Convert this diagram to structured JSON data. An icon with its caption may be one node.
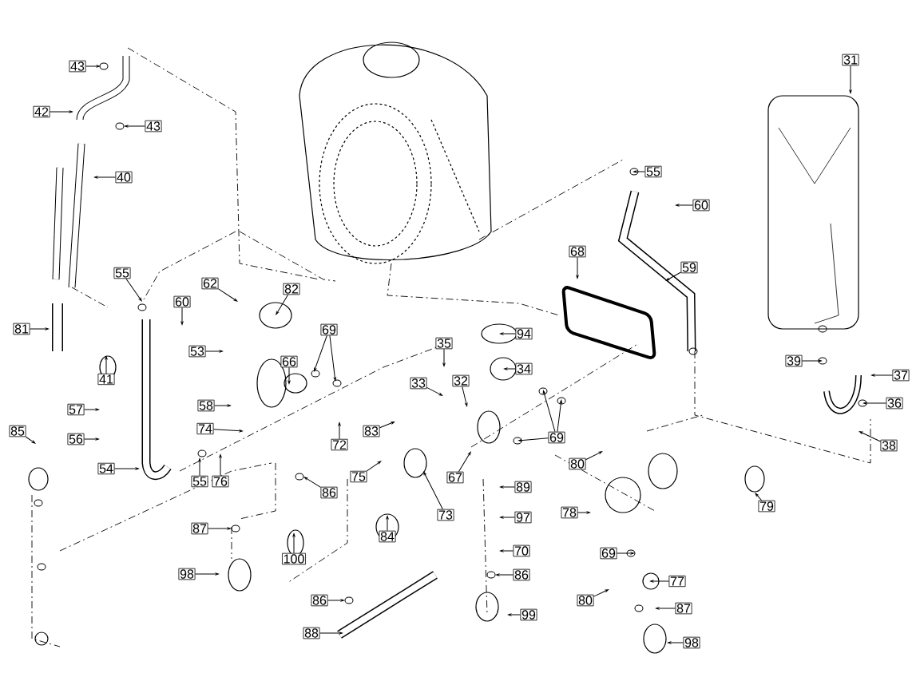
{
  "diagram": {
    "nodes": [
      {
        "text": [
          "43"
        ]
      },
      {
        "text": [
          "31"
        ]
      },
      {
        "text": [
          "42"
        ]
      },
      {
        "text": [
          "43"
        ]
      },
      {
        "text": [
          "40"
        ]
      },
      {
        "text": [
          "55"
        ]
      },
      {
        "text": [
          "60"
        ]
      },
      {
        "text": [
          "68"
        ]
      },
      {
        "text": [
          "59"
        ]
      },
      {
        "text": [
          "55"
        ]
      },
      {
        "text": [
          "62"
        ]
      },
      {
        "text": [
          "82"
        ]
      },
      {
        "text": [
          "60"
        ]
      },
      {
        "text": [
          "81"
        ]
      },
      {
        "text": [
          "69"
        ]
      },
      {
        "text": [
          "94"
        ]
      },
      {
        "text": [
          "53"
        ]
      },
      {
        "text": [
          "35"
        ]
      },
      {
        "text": [
          "34"
        ]
      },
      {
        "text": [
          "66"
        ]
      },
      {
        "text": [
          "41"
        ]
      },
      {
        "text": [
          "33"
        ]
      },
      {
        "text": [
          "32"
        ]
      },
      {
        "text": [
          "39"
        ]
      },
      {
        "text": [
          "37"
        ]
      },
      {
        "text": [
          "58"
        ]
      },
      {
        "text": [
          "74"
        ]
      },
      {
        "text": [
          "57"
        ]
      },
      {
        "text": [
          "36"
        ]
      },
      {
        "text": [
          "83"
        ]
      },
      {
        "text": [
          "72"
        ]
      },
      {
        "text": [
          "69"
        ]
      },
      {
        "text": [
          "56"
        ]
      },
      {
        "text": [
          "85"
        ]
      },
      {
        "text": [
          "38"
        ]
      },
      {
        "text": [
          "80"
        ]
      },
      {
        "text": [
          "75"
        ]
      },
      {
        "text": [
          "67"
        ]
      },
      {
        "text": [
          "73"
        ]
      },
      {
        "text": [
          "54"
        ]
      },
      {
        "text": [
          "55"
        ]
      },
      {
        "text": [
          "76"
        ]
      },
      {
        "text": [
          "86"
        ]
      },
      {
        "text": [
          "89"
        ]
      },
      {
        "text": [
          "78"
        ]
      },
      {
        "text": [
          "79"
        ]
      },
      {
        "text": [
          "84"
        ]
      },
      {
        "text": [
          "97"
        ]
      },
      {
        "text": [
          "87"
        ]
      },
      {
        "text": [
          "70"
        ]
      },
      {
        "text": [
          "69"
        ]
      },
      {
        "text": [
          "100"
        ]
      },
      {
        "text": [
          "86"
        ]
      },
      {
        "text": [
          "98"
        ]
      },
      {
        "text": [
          "77"
        ]
      },
      {
        "text": [
          "80"
        ]
      },
      {
        "text": [
          "86"
        ]
      },
      {
        "text": [
          "87"
        ]
      },
      {
        "text": [
          "99"
        ]
      },
      {
        "text": [
          "88"
        ]
      },
      {
        "text": [
          "98"
        ]
      }
    ],
    "edges": [
      {
        "from": 0,
        "to": null,
        "arrow": "to"
      },
      {
        "from": 1,
        "to": null,
        "arrow": "to"
      },
      {
        "from": 2,
        "to": null,
        "arrow": "to"
      },
      {
        "from": 3,
        "to": null,
        "arrow": "to"
      },
      {
        "from": 4,
        "to": null,
        "arrow": "to"
      },
      {
        "from": 5,
        "to": null,
        "arrow": "to"
      },
      {
        "from": 6,
        "to": null,
        "arrow": "to"
      },
      {
        "from": 7,
        "to": null,
        "arrow": "to"
      },
      {
        "from": 8,
        "to": null,
        "arrow": "to"
      },
      {
        "from": 9,
        "to": null,
        "arrow": "to"
      },
      {
        "from": 10,
        "to": null,
        "arrow": "to"
      },
      {
        "from": 11,
        "to": null,
        "arrow": "to"
      },
      {
        "from": 12,
        "to": null,
        "arrow": "to"
      },
      {
        "from": 13,
        "to": null,
        "arrow": "to"
      },
      {
        "from": 14,
        "to": null,
        "arrow": "to"
      },
      {
        "from": 14,
        "to": null,
        "arrow": "to"
      },
      {
        "from": 15,
        "to": null,
        "arrow": "to"
      },
      {
        "from": 16,
        "to": null,
        "arrow": "to"
      },
      {
        "from": 17,
        "to": null,
        "arrow": "to"
      },
      {
        "from": 18,
        "to": null,
        "arrow": "to"
      },
      {
        "from": 19,
        "to": null,
        "arrow": "to"
      },
      {
        "from": 20,
        "to": null,
        "arrow": "to"
      },
      {
        "from": 21,
        "to": null,
        "arrow": "to"
      },
      {
        "from": 22,
        "to": null,
        "arrow": "to"
      },
      {
        "from": 23,
        "to": null,
        "arrow": "to"
      },
      {
        "from": 24,
        "to": null,
        "arrow": "to"
      },
      {
        "from": 25,
        "to": null,
        "arrow": "to"
      },
      {
        "from": 26,
        "to": null,
        "arrow": "to"
      },
      {
        "from": 27,
        "to": null,
        "arrow": "to"
      },
      {
        "from": 28,
        "to": null,
        "arrow": "to"
      },
      {
        "from": 29,
        "to": null,
        "arrow": "to"
      },
      {
        "from": 30,
        "to": null,
        "arrow": "to"
      },
      {
        "from": 31,
        "to": null,
        "arrow": "to"
      },
      {
        "from": 31,
        "to": null,
        "arrow": "to"
      },
      {
        "from": 31,
        "to": null,
        "arrow": "to"
      },
      {
        "from": 32,
        "to": null,
        "arrow": "to"
      },
      {
        "from": 33,
        "to": null,
        "arrow": "to"
      },
      {
        "from": 34,
        "to": null,
        "arrow": "to"
      },
      {
        "from": 35,
        "to": null,
        "arrow": "to"
      },
      {
        "from": 36,
        "to": null,
        "arrow": "to"
      },
      {
        "from": 37,
        "to": null,
        "arrow": "to"
      },
      {
        "from": 38,
        "to": null,
        "arrow": "to"
      },
      {
        "from": 39,
        "to": null,
        "arrow": "to"
      },
      {
        "from": 40,
        "to": null,
        "arrow": "to"
      },
      {
        "from": 41,
        "to": null,
        "arrow": "to"
      },
      {
        "from": 42,
        "to": null,
        "arrow": "to"
      },
      {
        "from": 43,
        "to": null,
        "arrow": "to"
      },
      {
        "from": 44,
        "to": null,
        "arrow": "to"
      },
      {
        "from": 45,
        "to": null,
        "arrow": "to"
      },
      {
        "from": 46,
        "to": null,
        "arrow": "to"
      },
      {
        "from": 47,
        "to": null,
        "arrow": "to"
      },
      {
        "from": 48,
        "to": null,
        "arrow": "to"
      },
      {
        "from": 49,
        "to": null,
        "arrow": "to"
      },
      {
        "from": 50,
        "to": null,
        "arrow": "to"
      },
      {
        "from": 51,
        "to": null,
        "arrow": "to"
      },
      {
        "from": 52,
        "to": null,
        "arrow": "to"
      },
      {
        "from": 53,
        "to": null,
        "arrow": "to"
      },
      {
        "from": 54,
        "to": null,
        "arrow": "to"
      },
      {
        "from": 55,
        "to": null,
        "arrow": "to"
      },
      {
        "from": 56,
        "to": null,
        "arrow": "to"
      },
      {
        "from": 57,
        "to": null,
        "arrow": "to"
      },
      {
        "from": 58,
        "to": null,
        "arrow": "to"
      },
      {
        "from": 59,
        "to": null,
        "arrow": "to"
      },
      {
        "from": 60,
        "to": null,
        "arrow": "to"
      }
    ]
  }
}
